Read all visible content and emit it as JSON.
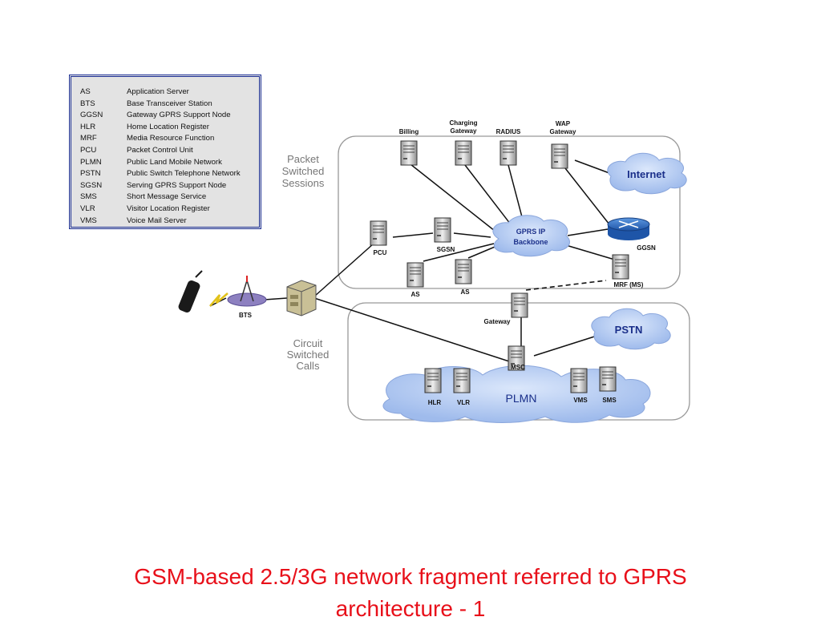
{
  "legend": [
    {
      "abbr": "AS",
      "full": "Application Server"
    },
    {
      "abbr": "BTS",
      "full": "Base Transceiver Station"
    },
    {
      "abbr": "GGSN",
      "full": "Gateway GPRS Support Node"
    },
    {
      "abbr": "HLR",
      "full": "Home Location Register"
    },
    {
      "abbr": "MRF",
      "full": "Media Resource Function"
    },
    {
      "abbr": "PCU",
      "full": "Packet Control Unit"
    },
    {
      "abbr": "PLMN",
      "full": "Public Land Mobile Network"
    },
    {
      "abbr": "PSTN",
      "full": "Public Switch Telephone Network"
    },
    {
      "abbr": "SGSN",
      "full": "Serving GPRS Support Node"
    },
    {
      "abbr": "SMS",
      "full": "Short Message Service"
    },
    {
      "abbr": "VLR",
      "full": "Visitor Location Register"
    },
    {
      "abbr": "VMS",
      "full": "Voice Mail Server"
    }
  ],
  "zones": {
    "packet": [
      "Packet",
      "Switched",
      "Sessions"
    ],
    "circuit": [
      "Circuit",
      "Switched",
      "Calls"
    ]
  },
  "nodes": {
    "billing": "Billing",
    "charging": [
      "Charging",
      "Gateway"
    ],
    "radius": "RADIUS",
    "wap": [
      "WAP",
      "Gateway"
    ],
    "internet": "Internet",
    "gprs": [
      "GPRS IP",
      "Backbone"
    ],
    "ggsn": "GGSN",
    "pcu": "PCU",
    "sgsn": "SGSN",
    "as1": "AS",
    "as2": "AS",
    "mrf": "MRF (MS)",
    "bts": "BTS",
    "gateway": "Gateway",
    "pstn": "PSTN",
    "msc": "MSC",
    "hlr": "HLR",
    "vlr": "VLR",
    "plmn": "PLMN",
    "vms": "VMS",
    "sms": "SMS"
  },
  "caption": {
    "line1": "GSM-based 2.5/3G network fragment referred to GPRS",
    "line2": "architecture - 1"
  },
  "colors": {
    "cloud": "#b3cbf2",
    "cloud_edge": "#8aa6dc",
    "router": "#2f6fc7",
    "caption": "#e8101a",
    "legend_border": "#1c2f94"
  }
}
